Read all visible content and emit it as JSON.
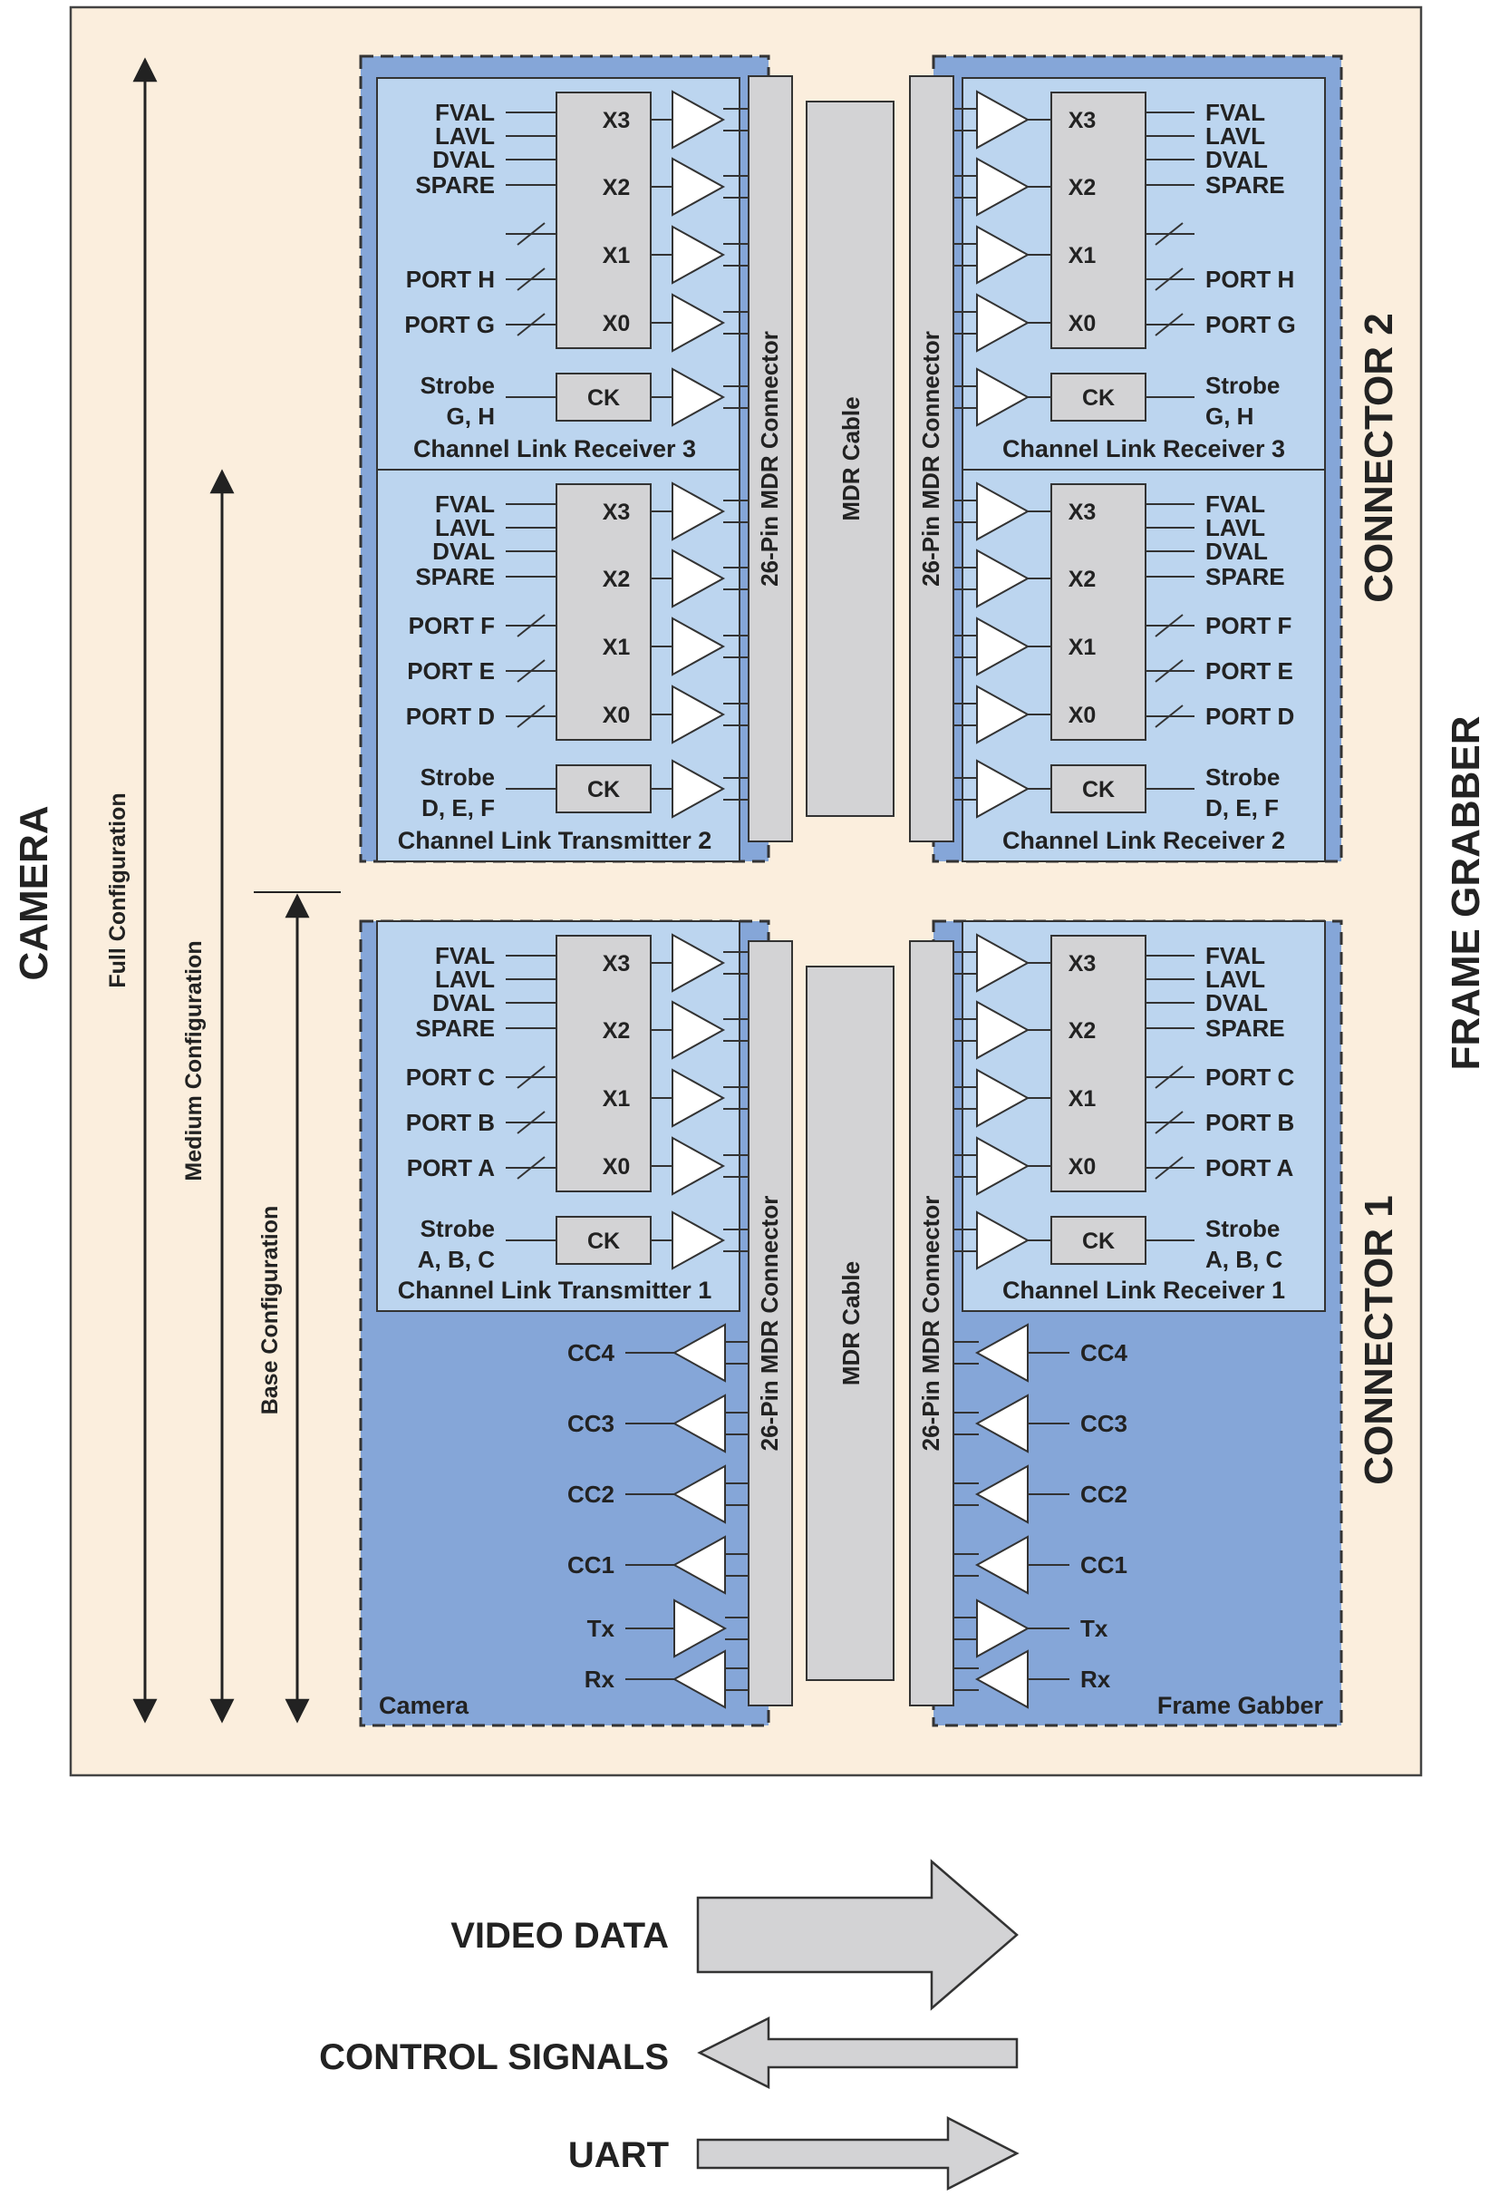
{
  "colors": {
    "background": "#fbeedd",
    "panel_dark": "#85a6d8",
    "panel_light": "#bcd5ef",
    "box": "#d3d3d5",
    "stroke": "#222222"
  },
  "labels": {
    "camera": "CAMERA",
    "frame_grabber": "FRAME GRABBER",
    "connector_2": "CONNECTOR 2",
    "connector_1": "CONNECTOR 1",
    "full_config": "Full Configuration",
    "medium_config": "Medium Configuration",
    "base_config": "Base Configuration",
    "mdr_connector": "26-Pin MDR Connector",
    "mdr_cable": "MDR Cable",
    "camera_panel": "Camera",
    "frame_grabber_panel": "Frame Gabber"
  },
  "channels": {
    "x3": "X3",
    "x2": "X2",
    "x1": "X1",
    "x0": "X0",
    "ck": "CK",
    "fval": "FVAL",
    "lavl": "LAVL",
    "dval": "DVAL",
    "spare": "SPARE",
    "strobe": "Strobe"
  },
  "blocks": [
    {
      "left_title": "Channel Link Receiver 3",
      "right_title": "Channel Link Receiver 3",
      "ports": [
        "",
        "PORT H",
        "PORT G"
      ],
      "strobe_ports": "G, H"
    },
    {
      "left_title": "Channel Link Transmitter 2",
      "right_title": "Channel Link Receiver 2",
      "ports": [
        "PORT F",
        "PORT E",
        "PORT D"
      ],
      "strobe_ports": "D, E, F"
    },
    {
      "left_title": "Channel Link Transmitter 1",
      "right_title": "Channel Link Receiver 1",
      "ports": [
        "PORT C",
        "PORT B",
        "PORT A"
      ],
      "strobe_ports": "A, B, C"
    }
  ],
  "control": {
    "cc4": "CC4",
    "cc3": "CC3",
    "cc2": "CC2",
    "cc1": "CC1",
    "tx": "Tx",
    "rx": "Rx"
  },
  "legend": {
    "video": "VIDEO DATA",
    "control": "CONTROL SIGNALS",
    "uart": "UART"
  }
}
